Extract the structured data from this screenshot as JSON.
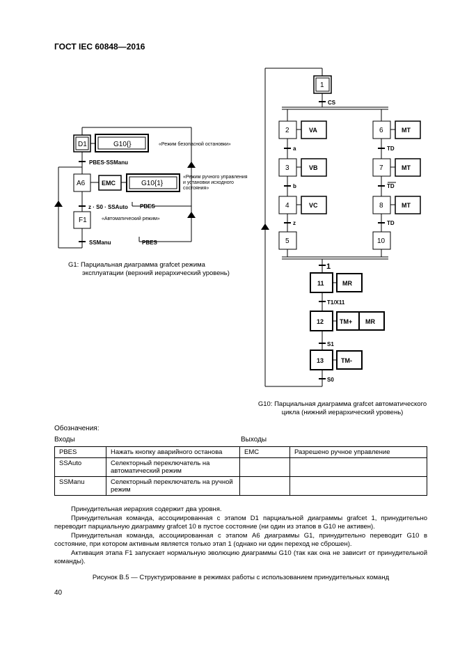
{
  "header": {
    "standard": "ГОСТ IEC 60848—2016"
  },
  "g1": {
    "step_d1": "D1",
    "macro_d1": "G10{}",
    "note_d1": "«Режим безопасной остановки»",
    "t_d1": "PBES·SSManu",
    "step_a6": "A6",
    "action_emc": "EMC",
    "macro_a6": "G10{1}",
    "note_a6_1": "«Режим ручного управления",
    "note_a6_2": "и установки исходного",
    "note_a6_3": "состояния»",
    "t_a6": "z · S0 · SSAuto",
    "t_a6_right": "PBES",
    "step_f1": "F1",
    "note_f1": "«Автоматический режим»",
    "t_f1": "SSManu",
    "t_f1_right": "PBES",
    "caption_1": "G1: Парциальная диаграмма grafcet режима",
    "caption_2": "эксплуатации (верхний иерархический уровень)"
  },
  "g10": {
    "s1": "1",
    "t_cs": "CS",
    "s2": "2",
    "a_va": "VA",
    "t_a": "a",
    "s3": "3",
    "a_vb": "VB",
    "t_b": "b",
    "s4": "4",
    "a_vc": "VC",
    "t_z": "z",
    "s5": "5",
    "s6": "6",
    "a_mt1": "MT",
    "t_td1": "TD",
    "s7": "7",
    "a_mt2": "MT",
    "t_td2": "TD",
    "s8": "8",
    "a_mt3": "MT",
    "t_td3": "TD",
    "s10": "10",
    "t_one": "1",
    "s11": "11",
    "a_mr1": "MR",
    "t_t1x11": "T1/X11",
    "s12": "12",
    "a_tmplus": "TM+",
    "a_mr2": "MR",
    "t_s1": "S1",
    "s13": "13",
    "a_tmminus": "TM-",
    "t_s0": "S0",
    "caption_1": "G10: Парциальная диаграмма grafcet автоматического",
    "caption_2": "цикла (нижний иерархический уровень)"
  },
  "legend": {
    "title": "Обозначения:",
    "inputs": "Входы",
    "outputs": "Выходы",
    "rows": [
      {
        "in_name": "PBES",
        "in_desc": "Нажать кнопку аварийного останова",
        "out_name": "EMC",
        "out_desc": "Разрешено ручное управление"
      },
      {
        "in_name": "SSAuto",
        "in_desc": "Селекторный переключатель на автоматический режим",
        "out_name": "",
        "out_desc": ""
      },
      {
        "in_name": "SSManu",
        "in_desc": "Селекторный переключатель на ручной режим",
        "out_name": "",
        "out_desc": ""
      }
    ]
  },
  "paragraphs": [
    "Принудительная иерархия содержит два уровня.",
    "Принудительная команда, ассоциированная с этапом D1 парциальной диаграммы grafcet 1, принудительно переводит парциальную диаграмму grafcet 10 в пустое состояние (ни один из этапов в G10 не активен).",
    "Принудительная команда, ассоциированная с этапом А6 диаграммы G1, принудительно переводит G10 в состояние, при котором активным является только этап 1 (однако ни один переход не сброшен).",
    "Активация этапа F1 запускает нормальную эволюцию диаграммы G10 (так как она не зависит от принудительной команды)."
  ],
  "figure_caption": "Рисунок В.5 — Структурирование в режимах работы с использованием принудительных команд",
  "page_number": "40"
}
